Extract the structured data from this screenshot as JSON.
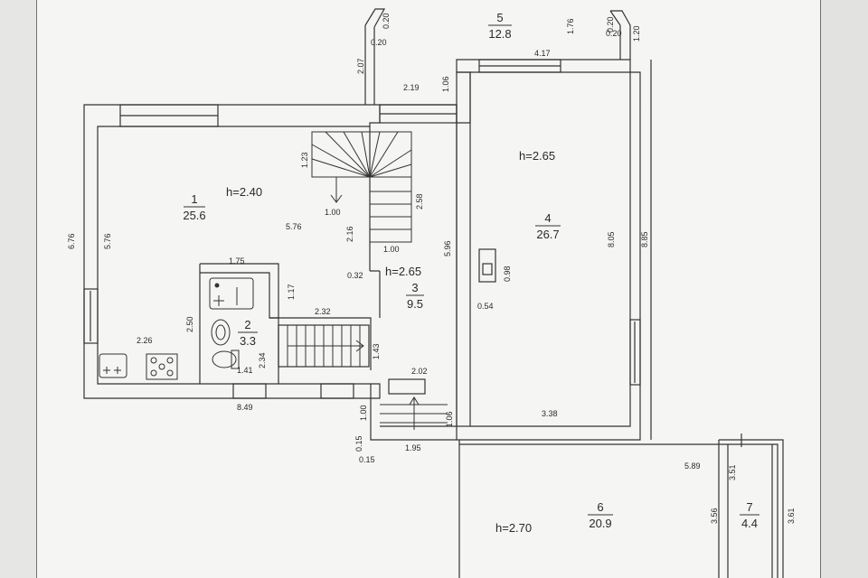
{
  "rooms": {
    "r1": {
      "number": "1",
      "area": "25.6",
      "height": "h=2.40"
    },
    "r2": {
      "number": "2",
      "area": "3.3"
    },
    "r3": {
      "number": "3",
      "area": "9.5",
      "height": "h=2.65"
    },
    "r4": {
      "number": "4",
      "area": "26.7",
      "height": "h=2.65"
    },
    "r5": {
      "number": "5",
      "area": "12.8"
    },
    "r6": {
      "number": "6",
      "area": "20.9",
      "height": "h=2.70"
    },
    "r7": {
      "number": "7",
      "area": "4.4"
    }
  },
  "dimensions": {
    "d_020a": "0.20",
    "d_020b": "0.20",
    "d_020c": "0.20",
    "d_020d": "0.20",
    "d_176": "1.76",
    "d_120": "1.20",
    "d_417": "4.17",
    "d_207": "2.07",
    "d_219": "2.19",
    "d_106a": "1.06",
    "d_123": "1.23",
    "d_258": "2.58",
    "d_100a": "1.00",
    "d_216": "2.16",
    "d_100b": "1.00",
    "d_576a": "5.76",
    "d_576b": "5.76",
    "d_676": "6.76",
    "d_596": "5.96",
    "d_805": "8.05",
    "d_885": "8.85",
    "d_175": "1.75",
    "d_117": "1.17",
    "d_032": "0.32",
    "d_098": "0.98",
    "d_054": "0.54",
    "d_232": "2.32",
    "d_250": "2.50",
    "d_226": "2.26",
    "d_141": "1.41",
    "d_234": "2.34",
    "d_143": "1.43",
    "d_202": "2.02",
    "d_849": "8.49",
    "d_338": "3.38",
    "d_100c": "1.00",
    "d_106b": "1.06",
    "d_015a": "0.15",
    "d_015b": "0.15",
    "d_195": "1.95",
    "d_589": "5.89",
    "d_351": "3.51",
    "d_356": "3.56",
    "d_361": "3.61"
  }
}
